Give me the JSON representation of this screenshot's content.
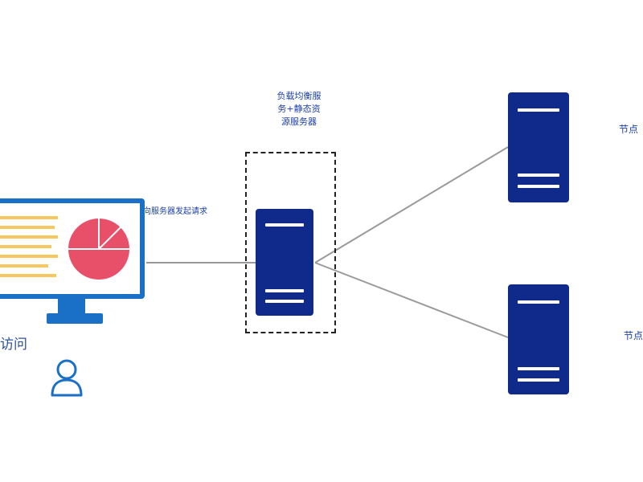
{
  "diagram": {
    "title_lines": [
      "负载均衡服",
      "务+静态资",
      "源服务器"
    ],
    "request_label": "向服务器发起请求",
    "node1_label": "节点",
    "node2_label": "节点",
    "visit_label": "访问"
  },
  "colors": {
    "server": "#0f2a8a",
    "monitor": "#1a6fc6",
    "chart_pie": "#e8506a",
    "doc_lines": "#f6c85f",
    "label_text": "#1a3ea8",
    "connector": "#9a9a9a"
  },
  "icons": [
    "monitor-icon",
    "pie-chart-icon",
    "server-icon",
    "user-icon"
  ]
}
